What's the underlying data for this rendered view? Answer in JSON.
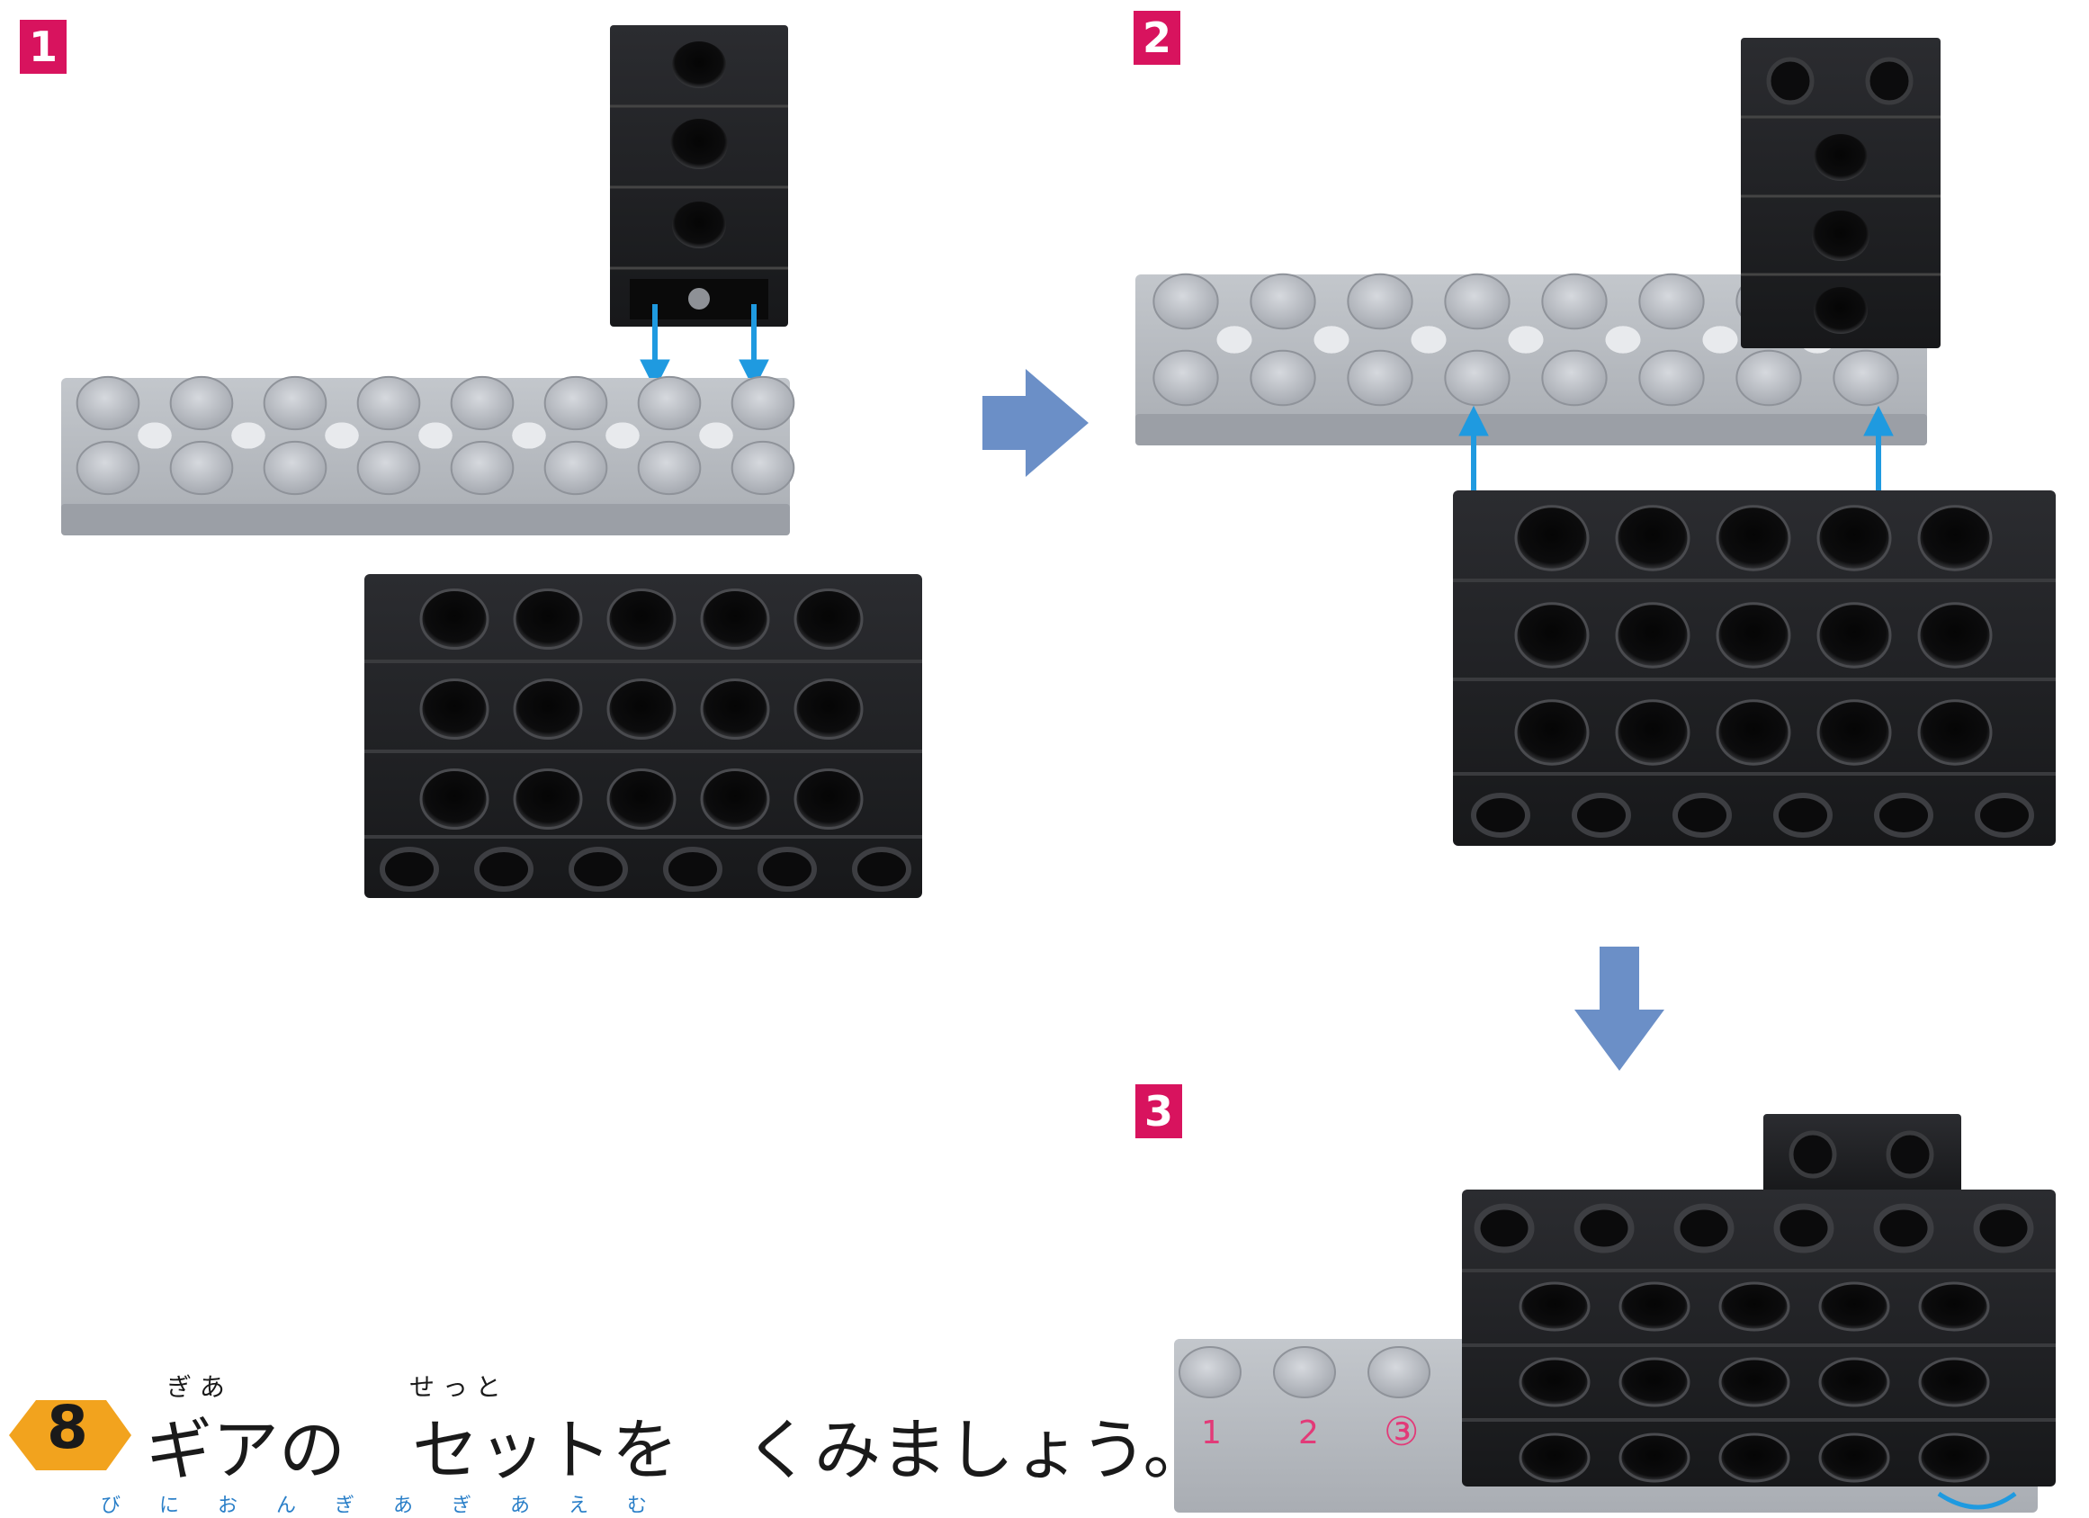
{
  "step_badges": [
    "1",
    "2",
    "3"
  ],
  "instruction": {
    "step_number": "8",
    "text": "ギアの　セットを　くみましょう。",
    "ruby_giya": "ぎ あ",
    "ruby_setto": "せ っ と",
    "subline": "び に お ん ぎ あ   ぎ あ え む"
  },
  "plate_labels": [
    "1",
    "2",
    "③"
  ],
  "colors": {
    "badge": "#d8135e",
    "arrow": "#6b8fc7",
    "plate": "#b9bdc3",
    "brick": "#1e1f22",
    "hex": "#f2a31e"
  }
}
